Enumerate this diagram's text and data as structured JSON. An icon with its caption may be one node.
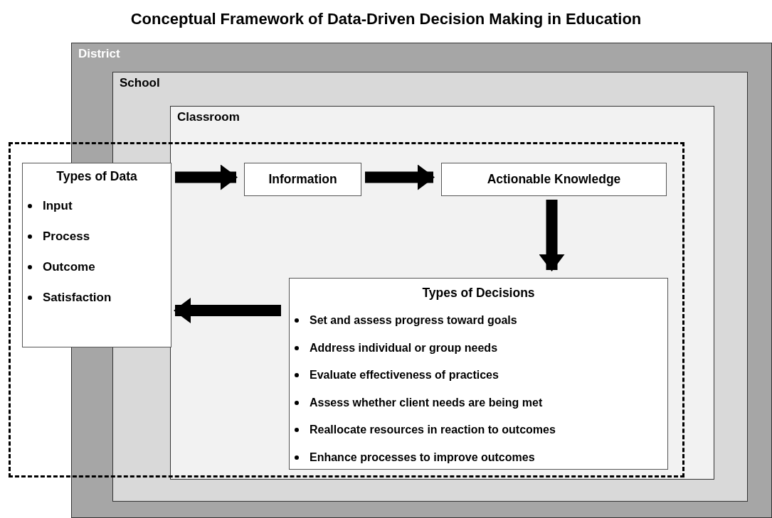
{
  "diagram": {
    "title": "Conceptual Framework of Data-Driven Decision Making in Education",
    "nodes": [
      {
        "text": [
          "District"
        ]
      },
      {
        "text": [
          "School"
        ],
        "in": 0
      },
      {
        "text": [
          "Classroom"
        ],
        "in": 1
      },
      {
        "text": [],
        "shape": "box"
      },
      {
        "text": [
          "Types of Data",
          "Input",
          "Process",
          "Outcome",
          "Satisfaction"
        ],
        "in": 3
      },
      {
        "text": [
          "Information"
        ],
        "in": 2
      },
      {
        "text": [
          "Actionable Knowledge"
        ],
        "in": 2
      },
      {
        "text": [
          "Types of Decisions",
          "Set and assess progress toward goals",
          "Address individual or group needs",
          "Evaluate effectiveness of practices",
          "Assess whether client needs are being met",
          "Reallocate resources in reaction to outcomes",
          "Enhance processes to improve outcomes"
        ],
        "in": 2
      }
    ],
    "edges": [
      {
        "from": 4,
        "to": 5,
        "arrow": "to"
      },
      {
        "from": 5,
        "to": 6,
        "arrow": "to"
      },
      {
        "from": 6,
        "to": 7,
        "arrow": "to"
      },
      {
        "from": 7,
        "to": 4,
        "arrow": "to"
      }
    ]
  }
}
